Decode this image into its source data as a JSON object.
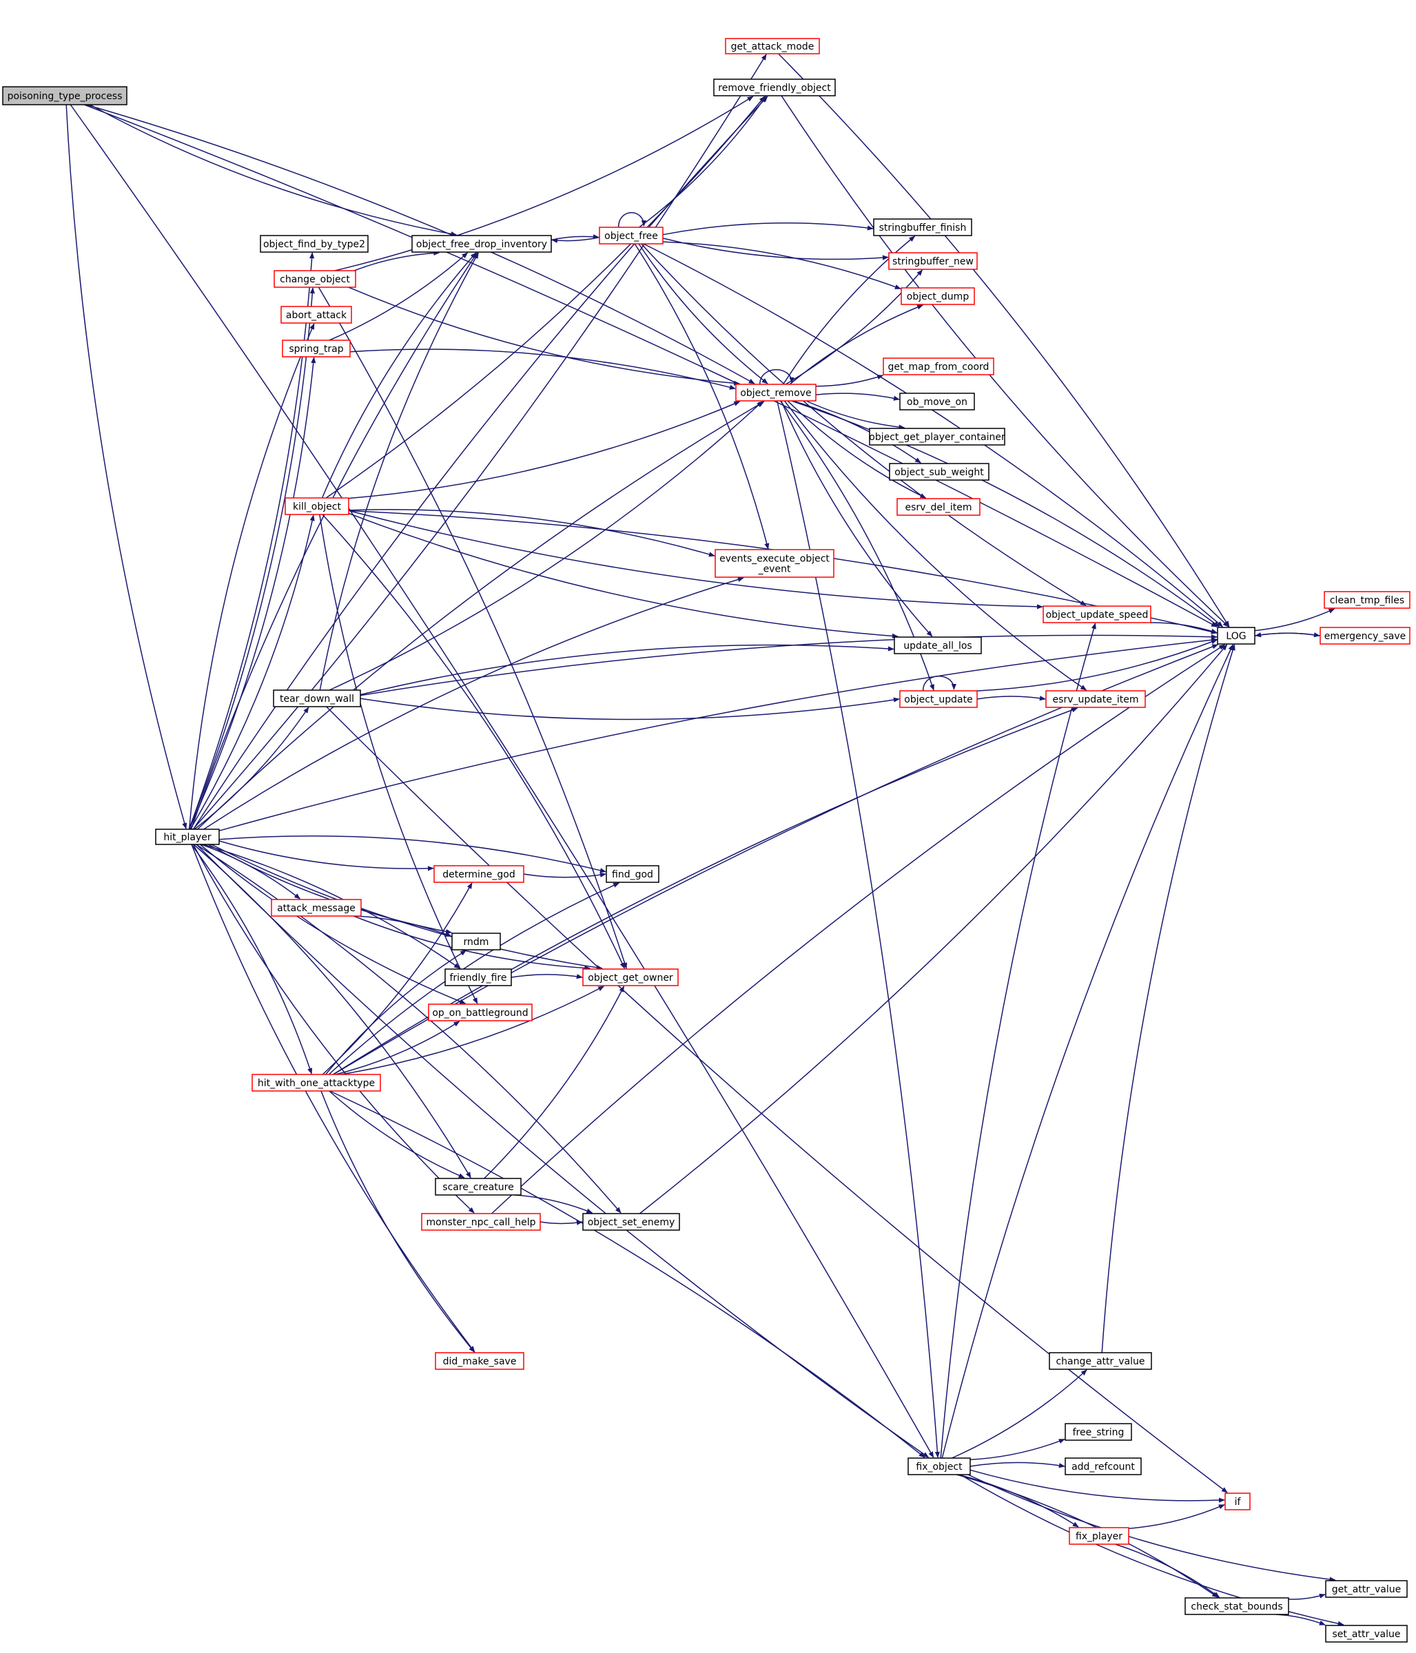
{
  "diagram": {
    "colors": {
      "edge": "#191970",
      "root_fill": "#bfbfbf",
      "root_border": "#000000",
      "documented_border": "#000000",
      "undocumented_border": "#ff0000",
      "node_fill": "#ffffff"
    },
    "nodes": [
      {
        "id": "poisoning_type_process",
        "label": "poisoning_type_process",
        "style": "root"
      },
      {
        "id": "hit_player",
        "label": "hit_player",
        "style": "black"
      },
      {
        "id": "get_attack_mode",
        "label": "get_attack_mode",
        "style": "red"
      },
      {
        "id": "remove_friendly_object",
        "label": "remove_friendly_object",
        "style": "black"
      },
      {
        "id": "object_find_by_type2",
        "label": "object_find_by_type2",
        "style": "black"
      },
      {
        "id": "object_free_drop_inventory",
        "label": "object_free_drop_inventory",
        "style": "black"
      },
      {
        "id": "object_free",
        "label": "object_free",
        "style": "red"
      },
      {
        "id": "stringbuffer_finish",
        "label": "stringbuffer_finish",
        "style": "black"
      },
      {
        "id": "stringbuffer_new",
        "label": "stringbuffer_new",
        "style": "red"
      },
      {
        "id": "object_dump",
        "label": "object_dump",
        "style": "red"
      },
      {
        "id": "change_object",
        "label": "change_object",
        "style": "red"
      },
      {
        "id": "abort_attack",
        "label": "abort_attack",
        "style": "red"
      },
      {
        "id": "spring_trap",
        "label": "spring_trap",
        "style": "red"
      },
      {
        "id": "get_map_from_coord",
        "label": "get_map_from_coord",
        "style": "red"
      },
      {
        "id": "object_remove",
        "label": "object_remove",
        "style": "red"
      },
      {
        "id": "ob_move_on",
        "label": "ob_move_on",
        "style": "black"
      },
      {
        "id": "object_get_player_container",
        "label": "object_get_player_container",
        "style": "black"
      },
      {
        "id": "object_sub_weight",
        "label": "object_sub_weight",
        "style": "black"
      },
      {
        "id": "esrv_del_item",
        "label": "esrv_del_item",
        "style": "red"
      },
      {
        "id": "kill_object",
        "label": "kill_object",
        "style": "red"
      },
      {
        "id": "events_execute_object_event",
        "label": "events_execute_object\n_event",
        "style": "red"
      },
      {
        "id": "object_update_speed",
        "label": "object_update_speed",
        "style": "red"
      },
      {
        "id": "LOG",
        "label": "LOG",
        "style": "black"
      },
      {
        "id": "clean_tmp_files",
        "label": "clean_tmp_files",
        "style": "red"
      },
      {
        "id": "emergency_save",
        "label": "emergency_save",
        "style": "red"
      },
      {
        "id": "update_all_los",
        "label": "update_all_los",
        "style": "black"
      },
      {
        "id": "tear_down_wall",
        "label": "tear_down_wall",
        "style": "black"
      },
      {
        "id": "object_update",
        "label": "object_update",
        "style": "red"
      },
      {
        "id": "esrv_update_item",
        "label": "esrv_update_item",
        "style": "red"
      },
      {
        "id": "determine_god",
        "label": "determine_god",
        "style": "red"
      },
      {
        "id": "find_god",
        "label": "find_god",
        "style": "black"
      },
      {
        "id": "attack_message",
        "label": "attack_message",
        "style": "red"
      },
      {
        "id": "rndm",
        "label": "rndm",
        "style": "black"
      },
      {
        "id": "friendly_fire",
        "label": "friendly_fire",
        "style": "black"
      },
      {
        "id": "object_get_owner",
        "label": "object_get_owner",
        "style": "red"
      },
      {
        "id": "op_on_battleground",
        "label": "op_on_battleground",
        "style": "red"
      },
      {
        "id": "hit_with_one_attacktype",
        "label": "hit_with_one_attacktype",
        "style": "red"
      },
      {
        "id": "scare_creature",
        "label": "scare_creature",
        "style": "black"
      },
      {
        "id": "monster_npc_call_help",
        "label": "monster_npc_call_help",
        "style": "red"
      },
      {
        "id": "object_set_enemy",
        "label": "object_set_enemy",
        "style": "black"
      },
      {
        "id": "change_attr_value",
        "label": "change_attr_value",
        "style": "black"
      },
      {
        "id": "did_make_save",
        "label": "did_make_save",
        "style": "red"
      },
      {
        "id": "free_string",
        "label": "free_string",
        "style": "black"
      },
      {
        "id": "fix_object",
        "label": "fix_object",
        "style": "black"
      },
      {
        "id": "add_refcount",
        "label": "add_refcount",
        "style": "black"
      },
      {
        "id": "if",
        "label": "if",
        "style": "red"
      },
      {
        "id": "fix_player",
        "label": "fix_player",
        "style": "red"
      },
      {
        "id": "get_attr_value",
        "label": "get_attr_value",
        "style": "black"
      },
      {
        "id": "check_stat_bounds",
        "label": "check_stat_bounds",
        "style": "black"
      },
      {
        "id": "set_attr_value",
        "label": "set_attr_value",
        "style": "black"
      }
    ],
    "edges": [
      [
        "poisoning_type_process",
        "LOG"
      ],
      [
        "poisoning_type_process",
        "object_free_drop_inventory"
      ],
      [
        "poisoning_type_process",
        "object_remove"
      ],
      [
        "poisoning_type_process",
        "hit_player"
      ],
      [
        "poisoning_type_process",
        "fix_object"
      ],
      [
        "hit_player",
        "get_attack_mode"
      ],
      [
        "hit_player",
        "remove_friendly_object"
      ],
      [
        "hit_player",
        "object_find_by_type2"
      ],
      [
        "hit_player",
        "object_free_drop_inventory"
      ],
      [
        "hit_player",
        "change_object"
      ],
      [
        "hit_player",
        "abort_attack"
      ],
      [
        "hit_player",
        "spring_trap"
      ],
      [
        "hit_player",
        "object_remove"
      ],
      [
        "hit_player",
        "kill_object"
      ],
      [
        "hit_player",
        "events_execute_object_event"
      ],
      [
        "hit_player",
        "tear_down_wall"
      ],
      [
        "hit_player",
        "find_god"
      ],
      [
        "hit_player",
        "determine_god"
      ],
      [
        "hit_player",
        "attack_message"
      ],
      [
        "hit_player",
        "rndm"
      ],
      [
        "hit_player",
        "friendly_fire"
      ],
      [
        "hit_player",
        "op_on_battleground"
      ],
      [
        "hit_player",
        "hit_with_one_attacktype"
      ],
      [
        "hit_player",
        "object_get_owner"
      ],
      [
        "hit_player",
        "scare_creature"
      ],
      [
        "hit_player",
        "monster_npc_call_help"
      ],
      [
        "hit_player",
        "LOG"
      ],
      [
        "hit_player",
        "did_make_save"
      ],
      [
        "hit_player",
        "object_set_enemy"
      ],
      [
        "hit_player",
        "fix_object"
      ],
      [
        "get_attack_mode",
        "LOG"
      ],
      [
        "remove_friendly_object",
        "LOG"
      ],
      [
        "object_free_drop_inventory",
        "object_free"
      ],
      [
        "object_free",
        "object_free"
      ],
      [
        "object_free",
        "object_free_drop_inventory"
      ],
      [
        "object_free",
        "remove_friendly_object"
      ],
      [
        "object_free",
        "stringbuffer_finish"
      ],
      [
        "object_free",
        "stringbuffer_new"
      ],
      [
        "object_free",
        "object_dump"
      ],
      [
        "object_free",
        "object_remove"
      ],
      [
        "object_free",
        "events_execute_object_event"
      ],
      [
        "object_free",
        "object_update_speed"
      ],
      [
        "object_free",
        "LOG"
      ],
      [
        "change_object",
        "remove_friendly_object"
      ],
      [
        "change_object",
        "object_free_drop_inventory"
      ],
      [
        "change_object",
        "object_remove"
      ],
      [
        "change_object",
        "object_get_owner"
      ],
      [
        "spring_trap",
        "object_free_drop_inventory"
      ],
      [
        "spring_trap",
        "object_remove"
      ],
      [
        "object_remove",
        "object_remove"
      ],
      [
        "object_remove",
        "stringbuffer_finish"
      ],
      [
        "object_remove",
        "stringbuffer_new"
      ],
      [
        "object_remove",
        "object_dump"
      ],
      [
        "object_remove",
        "get_map_from_coord"
      ],
      [
        "object_remove",
        "ob_move_on"
      ],
      [
        "object_remove",
        "object_get_player_container"
      ],
      [
        "object_remove",
        "object_sub_weight"
      ],
      [
        "object_remove",
        "esrv_del_item"
      ],
      [
        "object_remove",
        "LOG"
      ],
      [
        "object_remove",
        "update_all_los"
      ],
      [
        "object_remove",
        "object_update"
      ],
      [
        "object_remove",
        "esrv_update_item"
      ],
      [
        "object_remove",
        "fix_object"
      ],
      [
        "kill_object",
        "remove_friendly_object"
      ],
      [
        "kill_object",
        "object_free_drop_inventory"
      ],
      [
        "kill_object",
        "object_remove"
      ],
      [
        "kill_object",
        "events_execute_object_event"
      ],
      [
        "kill_object",
        "object_update_speed"
      ],
      [
        "kill_object",
        "LOG"
      ],
      [
        "kill_object",
        "update_all_los"
      ],
      [
        "kill_object",
        "object_get_owner"
      ],
      [
        "kill_object",
        "op_on_battleground"
      ],
      [
        "object_update_speed",
        "LOG"
      ],
      [
        "LOG",
        "clean_tmp_files"
      ],
      [
        "LOG",
        "emergency_save"
      ],
      [
        "emergency_save",
        "LOG"
      ],
      [
        "tear_down_wall",
        "object_free_drop_inventory"
      ],
      [
        "tear_down_wall",
        "object_remove"
      ],
      [
        "tear_down_wall",
        "update_all_los"
      ],
      [
        "tear_down_wall",
        "object_update"
      ],
      [
        "tear_down_wall",
        "LOG"
      ],
      [
        "tear_down_wall",
        "if"
      ],
      [
        "object_update",
        "object_update"
      ],
      [
        "object_update",
        "LOG"
      ],
      [
        "object_update",
        "esrv_update_item"
      ],
      [
        "determine_god",
        "find_god"
      ],
      [
        "attack_message",
        "rndm"
      ],
      [
        "attack_message",
        "object_get_owner"
      ],
      [
        "friendly_fire",
        "object_get_owner"
      ],
      [
        "hit_with_one_attacktype",
        "determine_god"
      ],
      [
        "hit_with_one_attacktype",
        "rndm"
      ],
      [
        "hit_with_one_attacktype",
        "op_on_battleground"
      ],
      [
        "hit_with_one_attacktype",
        "find_god"
      ],
      [
        "hit_with_one_attacktype",
        "object_get_owner"
      ],
      [
        "hit_with_one_attacktype",
        "esrv_update_item"
      ],
      [
        "hit_with_one_attacktype",
        "scare_creature"
      ],
      [
        "hit_with_one_attacktype",
        "LOG"
      ],
      [
        "hit_with_one_attacktype",
        "did_make_save"
      ],
      [
        "hit_with_one_attacktype",
        "fix_object"
      ],
      [
        "scare_creature",
        "object_get_owner"
      ],
      [
        "scare_creature",
        "object_set_enemy"
      ],
      [
        "monster_npc_call_help",
        "object_set_enemy"
      ],
      [
        "monster_npc_call_help",
        "LOG"
      ],
      [
        "object_set_enemy",
        "LOG"
      ],
      [
        "fix_object",
        "object_update_speed"
      ],
      [
        "fix_object",
        "change_attr_value"
      ],
      [
        "fix_object",
        "LOG"
      ],
      [
        "fix_object",
        "free_string"
      ],
      [
        "fix_object",
        "add_refcount"
      ],
      [
        "fix_object",
        "if"
      ],
      [
        "fix_object",
        "fix_player"
      ],
      [
        "fix_object",
        "get_attr_value"
      ],
      [
        "fix_object",
        "check_stat_bounds"
      ],
      [
        "fix_object",
        "set_attr_value"
      ],
      [
        "change_attr_value",
        "LOG"
      ],
      [
        "fix_player",
        "if"
      ],
      [
        "fix_player",
        "check_stat_bounds"
      ],
      [
        "check_stat_bounds",
        "get_attr_value"
      ],
      [
        "check_stat_bounds",
        "set_attr_value"
      ]
    ]
  }
}
